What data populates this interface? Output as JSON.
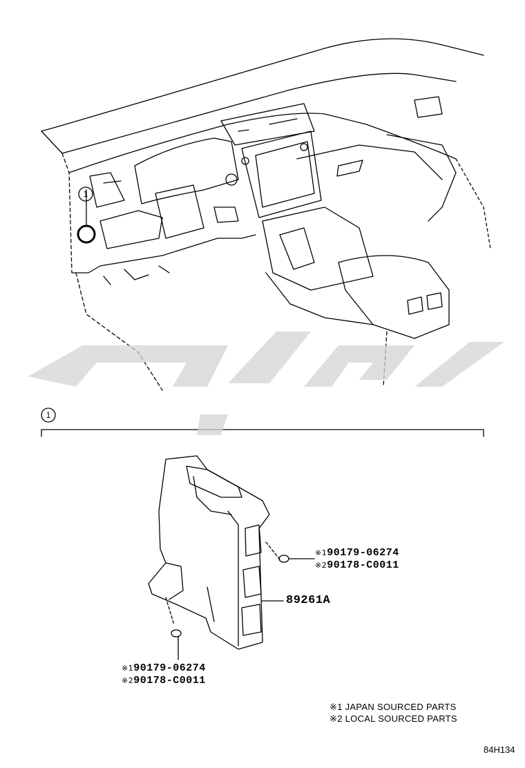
{
  "diagram": {
    "callout_number": "1",
    "main_part_number": "89261A",
    "fasteners": [
      {
        "line1_mark": "※1",
        "line1_part": "90179-06274",
        "line2_mark": "※2",
        "line2_part": "90178-C0011"
      },
      {
        "line1_mark": "※1",
        "line1_part": "90179-06274",
        "line2_mark": "※2",
        "line2_part": "90178-C0011"
      }
    ],
    "notes": [
      "※1 JAPAN SOURCED PARTS",
      "※2 LOCAL SOURCED PARTS"
    ],
    "figure_id": "84H134"
  }
}
